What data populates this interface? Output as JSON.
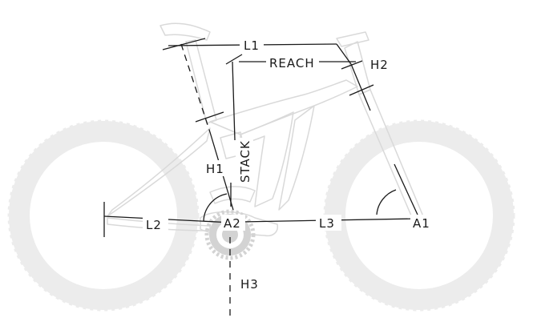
{
  "colors": {
    "background": "#ffffff",
    "wheel": "#ececec",
    "frame_outline": "#d9d9d9",
    "dimension_line": "#1a1a1a",
    "label_text": "#1a1a1a"
  },
  "labels": {
    "l1": "L1",
    "reach": "REACH",
    "h2": "H2",
    "stack": "STACK",
    "h1": "H1",
    "l2": "L2",
    "a2": "A2",
    "l3": "L3",
    "a1": "A1",
    "h3": "H3"
  }
}
